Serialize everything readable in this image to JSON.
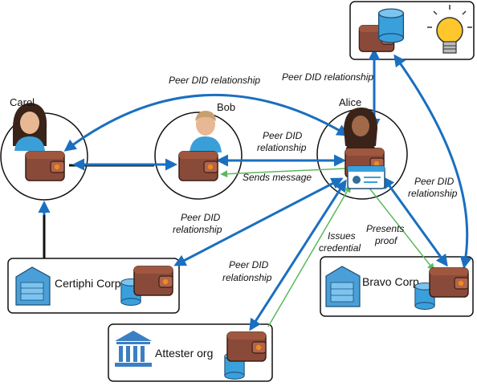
{
  "nodes": {
    "carol": "Carol",
    "bob": "Bob",
    "alice": "Alice",
    "certiphi": "Certiphi Corp",
    "bravo": "Bravo Corp",
    "attester": "Attester org"
  },
  "edges": {
    "carol_alice": "Peer DID relationship",
    "alice_top": "Peer DID relationship",
    "bob_alice_1": "Peer DID",
    "bob_alice_2": "relationship",
    "sends_message": "Sends message",
    "certiphi_alice_1": "Peer DID",
    "certiphi_alice_2": "relationship",
    "attester_alice_1": "Peer DID",
    "attester_alice_2": "relationship",
    "issues_1": "Issues",
    "issues_2": "credential",
    "presents_1": "Presents",
    "presents_2": "proof",
    "bravo_alice_1": "Peer DID",
    "bravo_alice_2": "relationship"
  },
  "colors": {
    "arrow_blue": "#1a6fbf",
    "green": "#5cb85c",
    "wallet": "#8a4a3a",
    "wallet_light": "#b0654c",
    "db": "#3aa0dc",
    "building": "#4a9fd8",
    "skin": "#e8b894",
    "hair_dark": "#3a2318"
  }
}
